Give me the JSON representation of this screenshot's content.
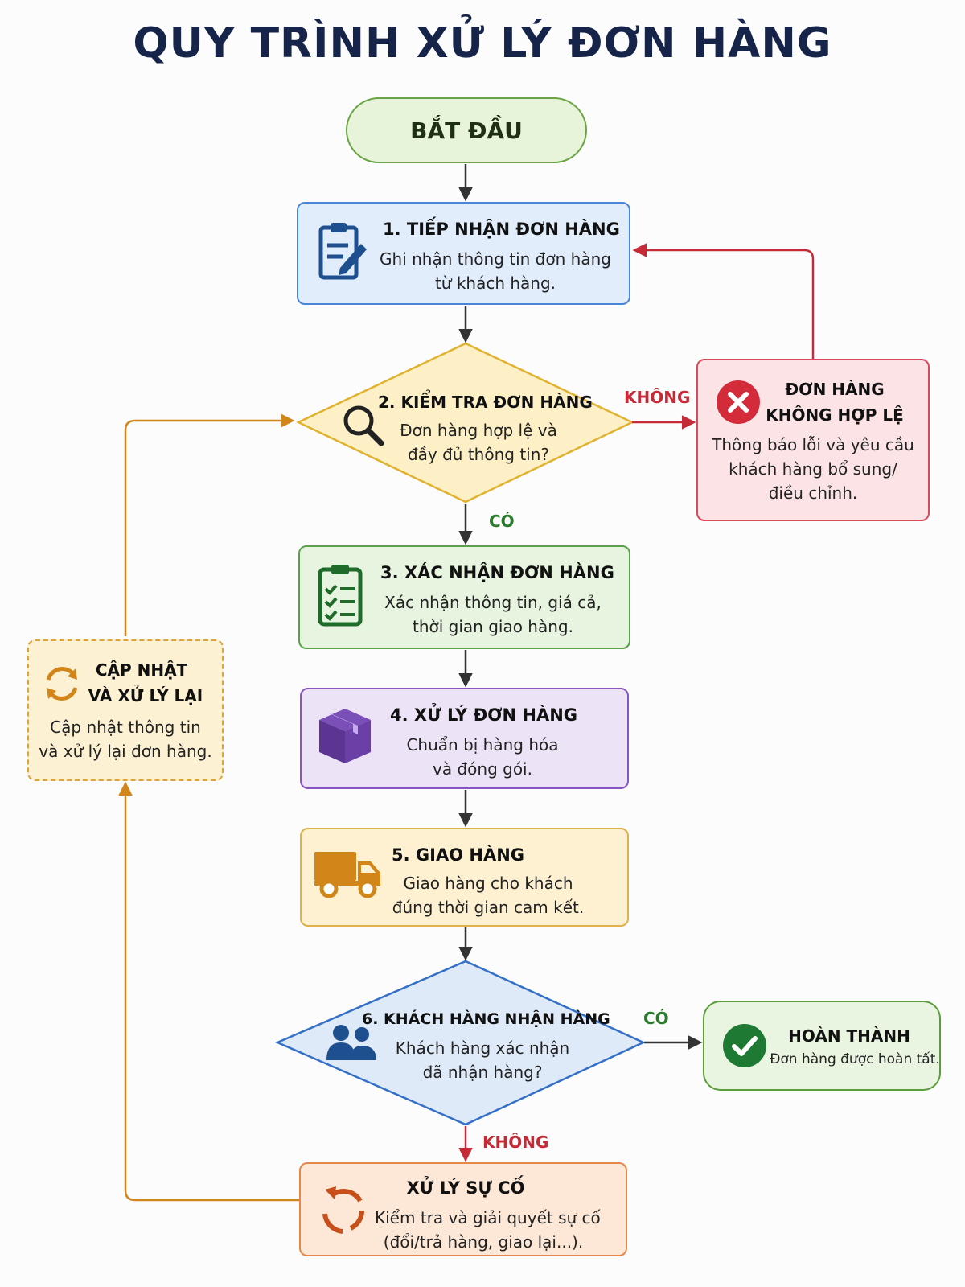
{
  "title": "QUY TRÌNH XỬ LÝ ĐƠN HÀNG",
  "start": "BẮT ĐẦU",
  "step1": {
    "title": "1. TIẾP NHẬN ĐƠN HÀNG",
    "line1": "Ghi nhận thông tin đơn hàng",
    "line2": "từ khách hàng."
  },
  "step2": {
    "title": "2. KIỂM TRA ĐƠN HÀNG",
    "line1": "Đơn hàng hợp lệ và",
    "line2": "đầy đủ thông tin?"
  },
  "invalid": {
    "title1": "ĐƠN HÀNG",
    "title2": "KHÔNG HỢP LỆ",
    "line1": "Thông báo lỗi và yêu cầu",
    "line2": "khách hàng bổ sung/",
    "line3": "điều chỉnh."
  },
  "step3": {
    "title": "3. XÁC NHẬN ĐƠN HÀNG",
    "line1": "Xác nhận thông tin, giá cả,",
    "line2": "thời gian giao hàng."
  },
  "step4": {
    "title": "4. XỬ LÝ ĐƠN HÀNG",
    "line1": "Chuẩn bị hàng hóa",
    "line2": "và đóng gói."
  },
  "step5": {
    "title": "5. GIAO HÀNG",
    "line1": "Giao hàng cho khách",
    "line2": "đúng thời gian cam kết."
  },
  "step6": {
    "title": "6. KHÁCH HÀNG NHẬN HÀNG",
    "line1": "Khách hàng xác nhận",
    "line2": "đã nhận hàng?"
  },
  "done": {
    "title": "HOÀN THÀNH",
    "line1": "Đơn hàng được hoàn tất."
  },
  "incident": {
    "title": "XỬ LÝ SỰ CỐ",
    "line1": "Kiểm tra và giải quyết sự cố",
    "line2": "(đổi/trả hàng, giao lại...)."
  },
  "update": {
    "title1": "CẬP NHẬT",
    "title2": "VÀ XỬ LÝ LẠI",
    "line1": "Cập nhật thông tin",
    "line2": "và xử lý lại đơn hàng."
  },
  "labels": {
    "no": "KHÔNG",
    "yes": "CÓ"
  },
  "icons": {
    "step1": "clipboard-edit-icon",
    "step2": "magnifier-icon",
    "invalid": "error-x-icon",
    "step3": "checklist-icon",
    "step4": "package-box-icon",
    "step5": "delivery-truck-icon",
    "step6": "users-icon",
    "done": "check-circle-icon",
    "incident": "refresh-icon",
    "update": "sync-icon"
  },
  "colors": {
    "blue": "#1e4f8f",
    "red": "#c62a36",
    "green": "#2b7a2b",
    "orange": "#d28518",
    "purple": "#5c3593",
    "start_fill": "#e8f4d9",
    "step1_fill": "#e1edfb",
    "step2_fill": "#fdf0c7",
    "invalid_fill": "#fbe3e6",
    "step3_fill": "#e6f4e0",
    "step4_fill": "#ede3f6",
    "step5_fill": "#fdf1d2",
    "step6_fill": "#dfeaf8",
    "done_fill": "#e9f5e0",
    "incident_fill": "#fde8d8",
    "update_fill": "#fdf1d4"
  }
}
